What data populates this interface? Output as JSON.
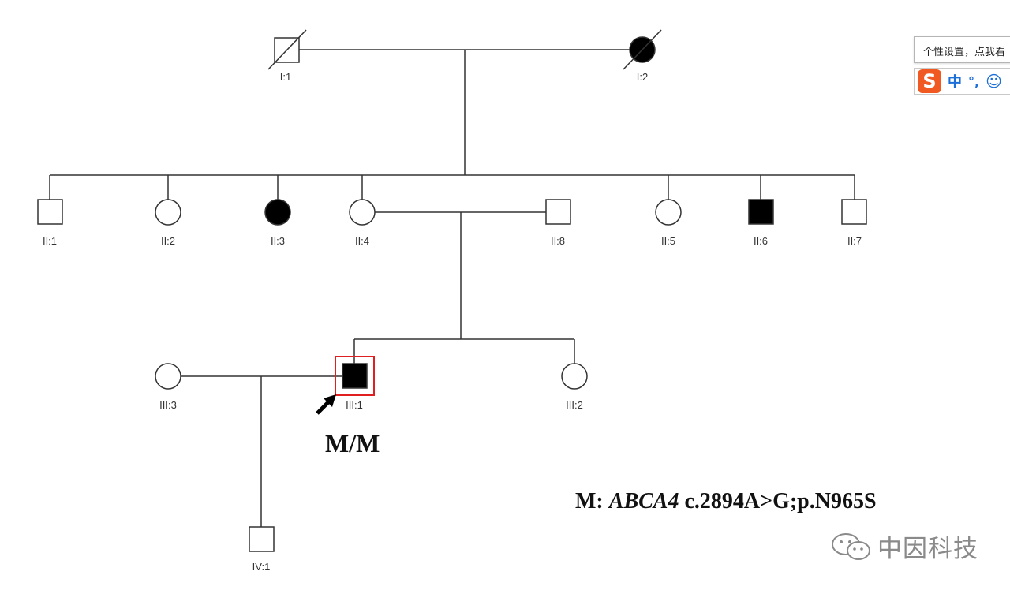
{
  "pedigree": {
    "individuals": {
      "I1": "I:1",
      "I2": "I:2",
      "II1": "II:1",
      "II2": "II:2",
      "II3": "II:3",
      "II4": "II:4",
      "II8": "II:8",
      "II5": "II:5",
      "II6": "II:6",
      "II7": "II:7",
      "III3": "III:3",
      "III1": "III:1",
      "III2": "III:2",
      "IV1": "IV:1"
    },
    "affected": [
      "I:2",
      "II:3",
      "II:6",
      "III:1"
    ],
    "deceased": [
      "I:1",
      "I:2"
    ],
    "proband": "III:1",
    "proband_highlight_color": "#e02020"
  },
  "genotype": "M/M",
  "legend": {
    "prefix": "M:",
    "gene": "ABCA4",
    "variant": "c.2894A>G;p.N965S"
  },
  "ime": {
    "tooltip": "个性设置，点我看",
    "logo": "S",
    "mode": "中",
    "punct": "°,",
    "emoji_icon": "smiley-icon"
  },
  "watermark": {
    "text": "中因科技",
    "icon": "wechat-icon"
  }
}
